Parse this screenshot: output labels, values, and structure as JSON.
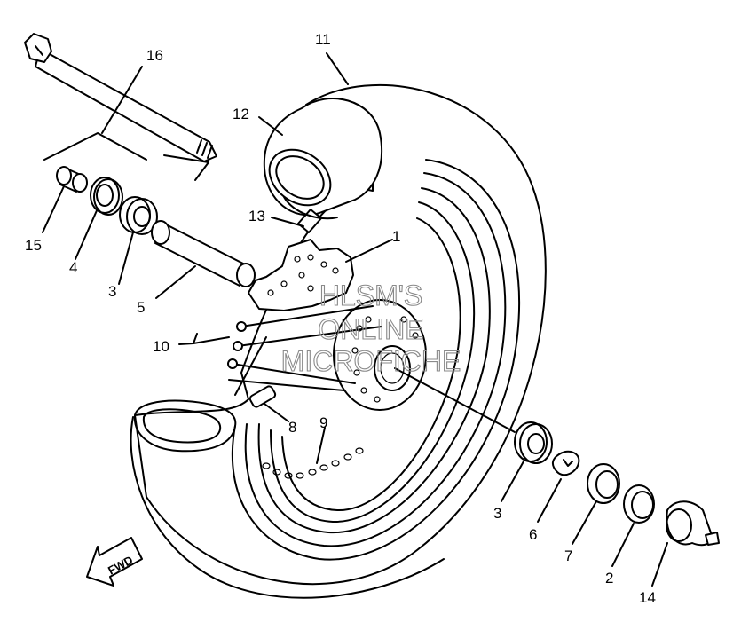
{
  "callouts": {
    "c1": "1",
    "c2": "2",
    "c3a": "3",
    "c3b": "3",
    "c4": "4",
    "c5": "5",
    "c6": "6",
    "c7": "7",
    "c8": "8",
    "c9": "9",
    "c10": "10",
    "c11": "11",
    "c12": "12",
    "c13": "13",
    "c14": "14",
    "c15": "15",
    "c16": "16"
  },
  "watermark": {
    "line1": "HLSM'S",
    "line2": "ONLINE",
    "line3": "MICROFICHE"
  },
  "direction_arrow": {
    "label": "FWD"
  },
  "colors": {
    "line": "#000000",
    "background": "#ffffff",
    "watermark": "#8a8a8a"
  }
}
